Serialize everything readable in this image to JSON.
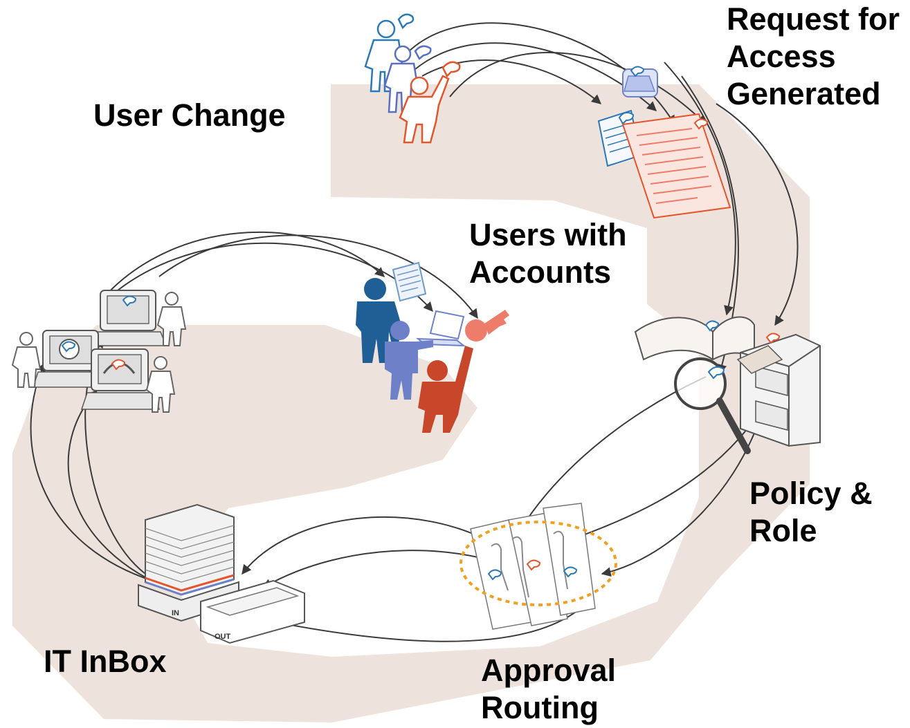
{
  "labels": {
    "user_change": "User Change",
    "request_for_access": [
      "Request for",
      "Access",
      "Generated"
    ],
    "users_with_accounts": [
      "Users with",
      "Accounts"
    ],
    "policy_role": [
      "Policy &",
      "Role"
    ],
    "approval_routing": [
      "Approval",
      "Routing"
    ],
    "it_inbox": "IT InBox"
  },
  "tray_labels": {
    "in": "IN",
    "out": "OUT"
  },
  "colors": {
    "background_shape": "#ede3dc",
    "arrow": "#3a3a3a",
    "person_blue_dark": "#1f5f95",
    "person_blue_light": "#6d80c8",
    "person_red": "#c8462a",
    "outline_blue": "#2a78b8",
    "outline_red": "#e4552c",
    "key_red": "#ee7c6a",
    "routing_ring": "#f0a020"
  },
  "icons": [
    "user-change-people-icon",
    "request-document-icon",
    "users-with-accounts-people-icon",
    "policy-book-magnifier-cabinet-icon",
    "approval-routing-figures-icon",
    "it-inbox-trays-icon",
    "workstations-users-icon"
  ]
}
